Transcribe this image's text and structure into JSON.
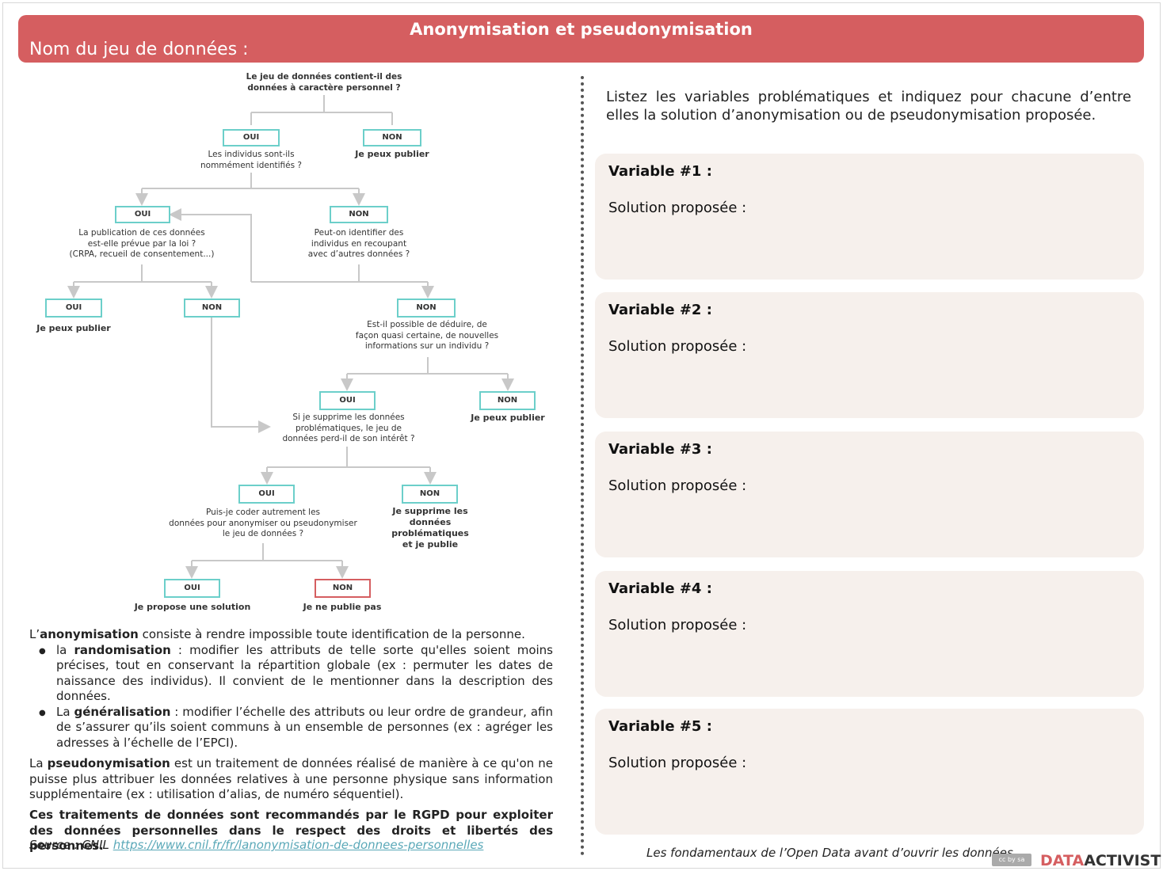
{
  "header": {
    "title": "Anonymisation et pseudonymisation",
    "dataset_label": "Nom du jeu de données :"
  },
  "flowchart": {
    "q1": [
      "Le jeu de données contient-il des",
      "données à caractère personnel ?"
    ],
    "q1_yes": "OUI",
    "q1_no": "NON",
    "q1_no_result": "Je peux publier",
    "q2": [
      "Les individus sont-ils",
      "nommément identifiés ?"
    ],
    "q2_yes": "OUI",
    "q2_no": "NON",
    "q3": [
      "La publication de ces données",
      "est-elle prévue par la loi ?",
      "(CRPA, recueil de consentement...)"
    ],
    "q4": [
      "Peut-on identifier des",
      "individus en recoupant",
      "avec d’autres données ?"
    ],
    "q3_yes": "OUI",
    "q3_yes_result": "Je peux publier",
    "q3_no": "NON",
    "q4_no": "NON",
    "q5": [
      "Est-il possible de déduire, de",
      "façon quasi certaine, de nouvelles",
      "informations sur un individu ?"
    ],
    "q5_yes": "OUI",
    "q5_no": "NON",
    "q5_no_result": "Je peux publier",
    "q6": [
      "Si je supprime les données",
      "problématiques, le jeu de",
      "données perd-il de son intérêt ?"
    ],
    "q6_yes": "OUI",
    "q6_no": "NON",
    "q6_no_result": [
      "Je supprime les",
      "données problématiques",
      "et je publie"
    ],
    "q7": [
      "Puis-je coder autrement les",
      "données pour anonymiser ou pseudonymiser",
      "le jeu de données ?"
    ],
    "q7_yes": "OUI",
    "q7_yes_result": "Je propose une solution",
    "q7_no": "NON",
    "q7_no_result": "Je ne publie pas"
  },
  "explain": {
    "anon_pre": "L’",
    "anon_term": "anonymisation",
    "anon_post": " consiste à rendre impossible toute identification de la personne.",
    "b1_pre": "la ",
    "b1_term": "randomisation",
    "b1_post": " : modifier les attributs de telle sorte qu'elles soient moins précises, tout en conservant la répartition globale (ex : permuter les dates de naissance des individus). Il convient de le mentionner dans la description des données.",
    "b2_pre": "La ",
    "b2_term": "généralisation",
    "b2_post": " : modifier l’échelle des attributs ou leur ordre de grandeur, afin de s’assurer qu’ils soient communs à un ensemble de personnes (ex : agréger les adresses à l’échelle de l’EPCI).",
    "pseudo_pre": "La ",
    "pseudo_term": "pseudonymisation",
    "pseudo_post": " est un traitement de données réalisé de manière à ce qu'on ne puisse plus attribuer les données relatives à une personne physique sans information supplémentaire (ex : utilisation d’alias, de numéro séquentiel).",
    "rgpd": "Ces traitements de données sont recommandés par le RGPD pour exploiter des données personnelles dans le respect des droits et libertés des personnes.",
    "source_label": "Source : CNIL ",
    "source_url": "https://www.cnil.fr/fr/lanonymisation-de-donnees-personnelles"
  },
  "right": {
    "intro": "Listez les variables problématiques et indiquez pour chacune d’entre elles la solution d’anonymisation ou de pseudonymisation proposée.",
    "variables": [
      {
        "title": "Variable #1 :",
        "solution": "Solution proposée :"
      },
      {
        "title": "Variable #2 :",
        "solution": "Solution proposée :"
      },
      {
        "title": "Variable #3 :",
        "solution": "Solution proposée :"
      },
      {
        "title": "Variable #4 :",
        "solution": "Solution proposée :"
      },
      {
        "title": "Variable #5 :",
        "solution": "Solution proposée :"
      }
    ]
  },
  "footer": {
    "tagline": "Les fondamentaux de l’Open Data avant d’ouvrir les données",
    "license": "cc by sa",
    "brand_a": "DATA",
    "brand_b": "ACTIVIST"
  },
  "colors": {
    "header": "#d55e60",
    "box_border": "#6ccfca",
    "card": "#f6f0ec"
  }
}
